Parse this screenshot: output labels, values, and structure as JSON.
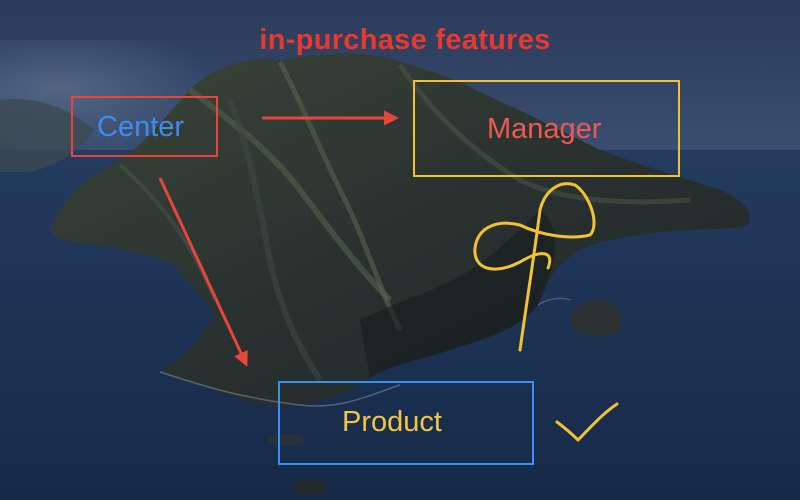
{
  "title": "in-purchase features",
  "nodes": {
    "center": "Center",
    "manager": "Manager",
    "product": "Product"
  },
  "colors": {
    "title": "#e8392f",
    "red": "#e8453b",
    "yellow": "#f2c230",
    "blue": "#3a8ff2",
    "center_text": "#3d8cf0",
    "manager_text": "#ee5a52",
    "product_text": "#f4c640"
  },
  "edges": [
    {
      "from": "Center",
      "to": "Manager"
    },
    {
      "from": "Center",
      "to": "Product"
    }
  ],
  "annotations": [
    "handwritten-scribble",
    "checkmark"
  ]
}
